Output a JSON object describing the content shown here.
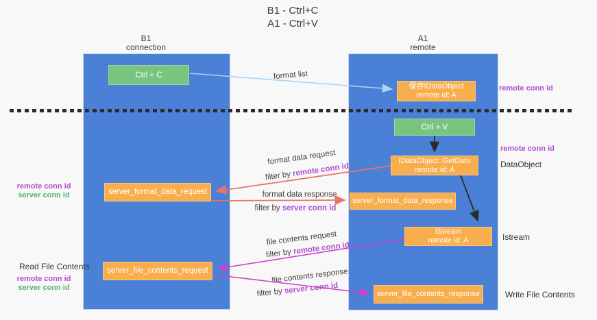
{
  "title": {
    "line1": "B1 - Ctrl+C",
    "line2": "A1 - Ctrl+V"
  },
  "columns": {
    "left": {
      "name": "B1",
      "subtitle": "connection"
    },
    "right": {
      "name": "A1",
      "subtitle": "remote"
    }
  },
  "boxes": {
    "ctrl_c": "Ctrl + C",
    "ctrl_v": "Ctrl + V",
    "save_idataobject": {
      "line1": "保存IDataObject",
      "line2": "remote id: A"
    },
    "getdata": {
      "line1": "IDataObject::GetData",
      "line2": "remote id: A"
    },
    "istream": {
      "line1": "IStream",
      "line2": "remote id: A"
    },
    "server_format_data_request": "server_format_data_request",
    "server_format_data_response": "server_format_data_response",
    "server_file_contents_request": "server_file_contents_request",
    "server_file_contents_response": "server_file_contents_response"
  },
  "labels": {
    "format_list": "format list",
    "format_data_request": "format data request",
    "format_data_response": "format data response",
    "file_contents_request": "file contents request",
    "file_contents_response": "file contents response",
    "filter_by": "filter by",
    "remote_conn_id": "remote conn id",
    "server_conn_id": "server conn id",
    "dataobject": "DataObject",
    "istream_side": "Istream",
    "read_file_contents": "Read File Contents",
    "write_file_contents": "Write File Contents"
  },
  "colors": {
    "background": "#f8f8f8",
    "column-blue": "#4a80d6",
    "box-green": "#79c57f",
    "box-orange": "#f9ae4d",
    "arrow-blue": "#a9d4f3",
    "arrow-black": "#2b2b2b",
    "arrow-salmon": "#e8746c",
    "arrow-magenta": "#cb42cb",
    "text-purple": "#ad4fd1",
    "text-green": "#55b769",
    "text-dark": "#3a3a3a"
  }
}
